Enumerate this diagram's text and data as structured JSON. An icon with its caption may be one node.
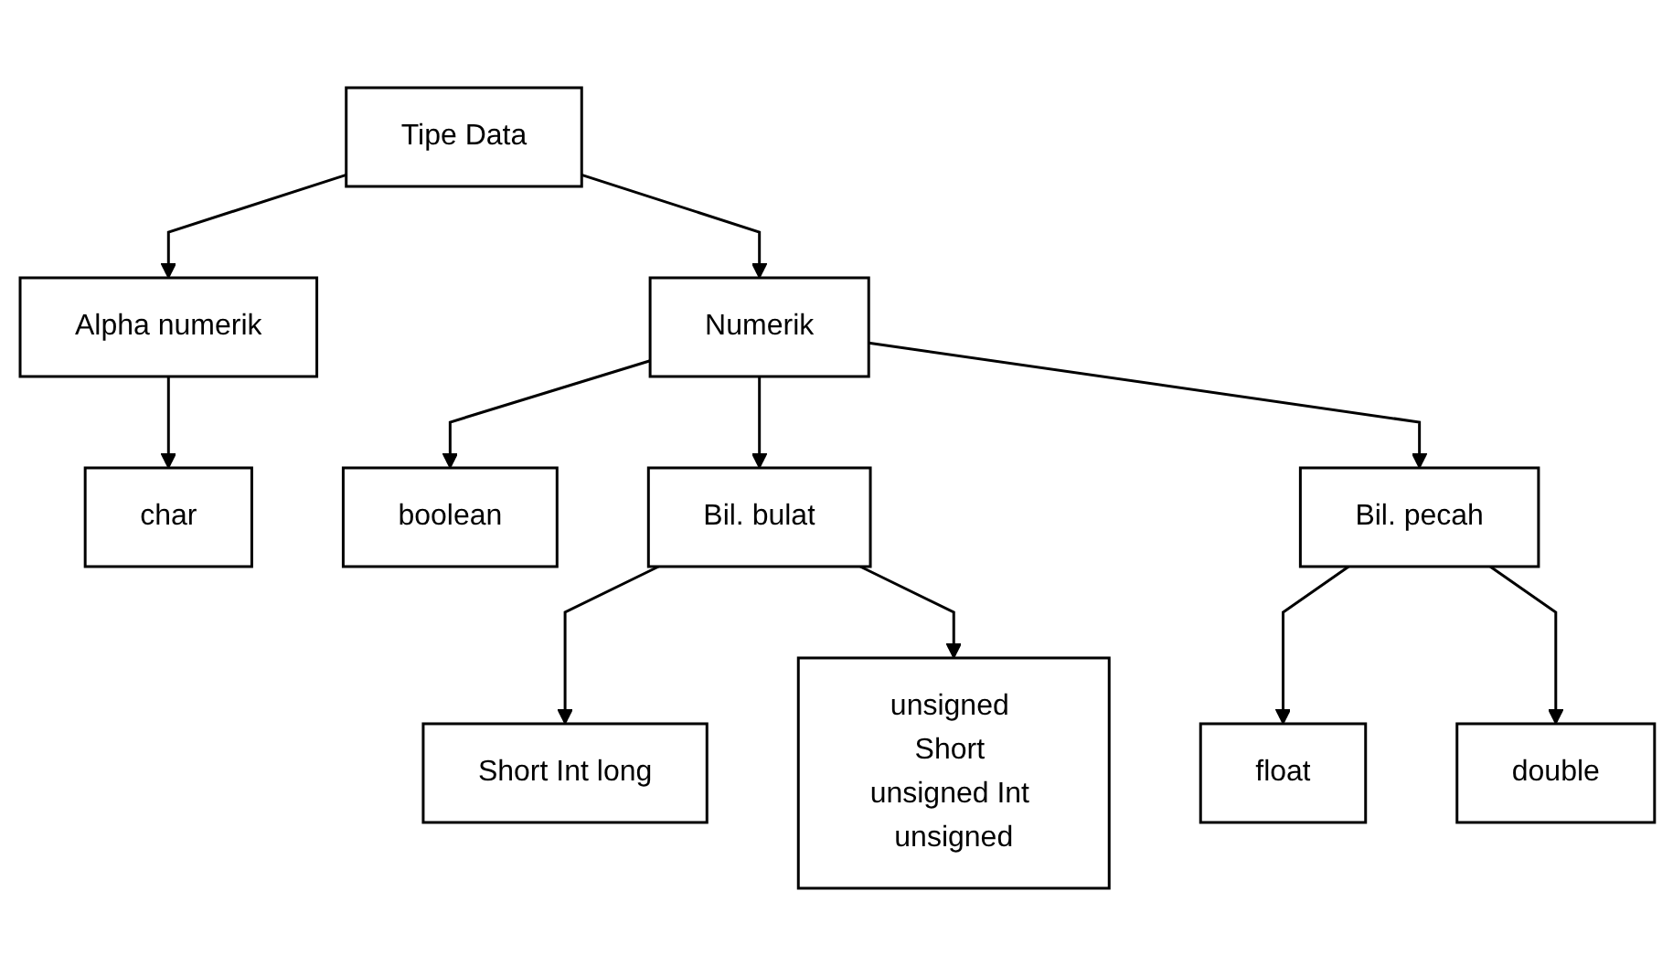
{
  "diagram": {
    "nodes": [
      {
        "text": [
          "Tipe Data"
        ]
      },
      {
        "text": [
          "Alpha numerik"
        ]
      },
      {
        "text": [
          "Numerik"
        ]
      },
      {
        "text": [
          "char"
        ]
      },
      {
        "text": [
          "boolean"
        ]
      },
      {
        "text": [
          "Bil. bulat"
        ]
      },
      {
        "text": [
          "Bil. pecah"
        ]
      },
      {
        "text": [
          "Short Int long"
        ]
      },
      {
        "text": [
          "unsigned Short unsigned Int unsigned"
        ]
      },
      {
        "text": [
          "float"
        ]
      },
      {
        "text": [
          "double"
        ]
      }
    ],
    "edges": [
      {
        "from": 0,
        "to": 1,
        "arrow": "to"
      },
      {
        "from": 0,
        "to": 2,
        "arrow": "to"
      },
      {
        "from": 1,
        "to": 3,
        "arrow": "to"
      },
      {
        "from": 2,
        "to": 4,
        "arrow": "to"
      },
      {
        "from": 2,
        "to": 5,
        "arrow": "to"
      },
      {
        "from": 2,
        "to": 6,
        "arrow": "to"
      },
      {
        "from": 5,
        "to": 7,
        "arrow": "to"
      },
      {
        "from": 5,
        "to": 8,
        "arrow": "to"
      },
      {
        "from": 6,
        "to": 9,
        "arrow": "to"
      },
      {
        "from": 6,
        "to": 10,
        "arrow": "to"
      }
    ]
  }
}
